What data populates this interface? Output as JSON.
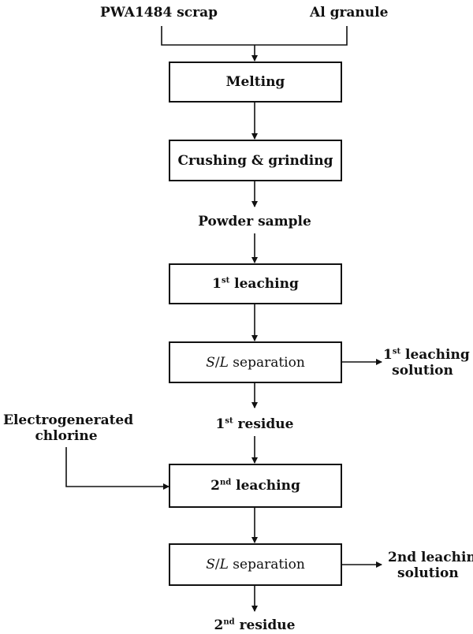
{
  "inputs": {
    "scrap": "PWA1484 scrap",
    "aluminum": "Al granule",
    "chlorine_line1": "Electrogenerated",
    "chlorine_line2": "chlorine"
  },
  "steps": {
    "melting": "Melting",
    "crushing": "Crushing & grinding",
    "leach1_num": "1",
    "leach1_sup": "st",
    "leach1_text": " leaching",
    "sep_s": "S",
    "sep_slash": "/",
    "sep_l": "L",
    "sep_text": " separation",
    "leach2_num": "2",
    "leach2_sup": "nd",
    "leach2_text": " leaching"
  },
  "products": {
    "powder": "Powder sample",
    "sol1_num": "1",
    "sol1_sup": "st",
    "sol1_text": " leaching",
    "sol1_line2": "solution",
    "res1_num": "1",
    "res1_sup": "st",
    "res1_text": " residue",
    "sol2_line1": "2nd leachin",
    "sol2_line2": "solution",
    "res2_num": "2",
    "res2_sup": "nd",
    "res2_text": " residue"
  },
  "colors": {
    "line": "#111111",
    "background": "#ffffff"
  }
}
